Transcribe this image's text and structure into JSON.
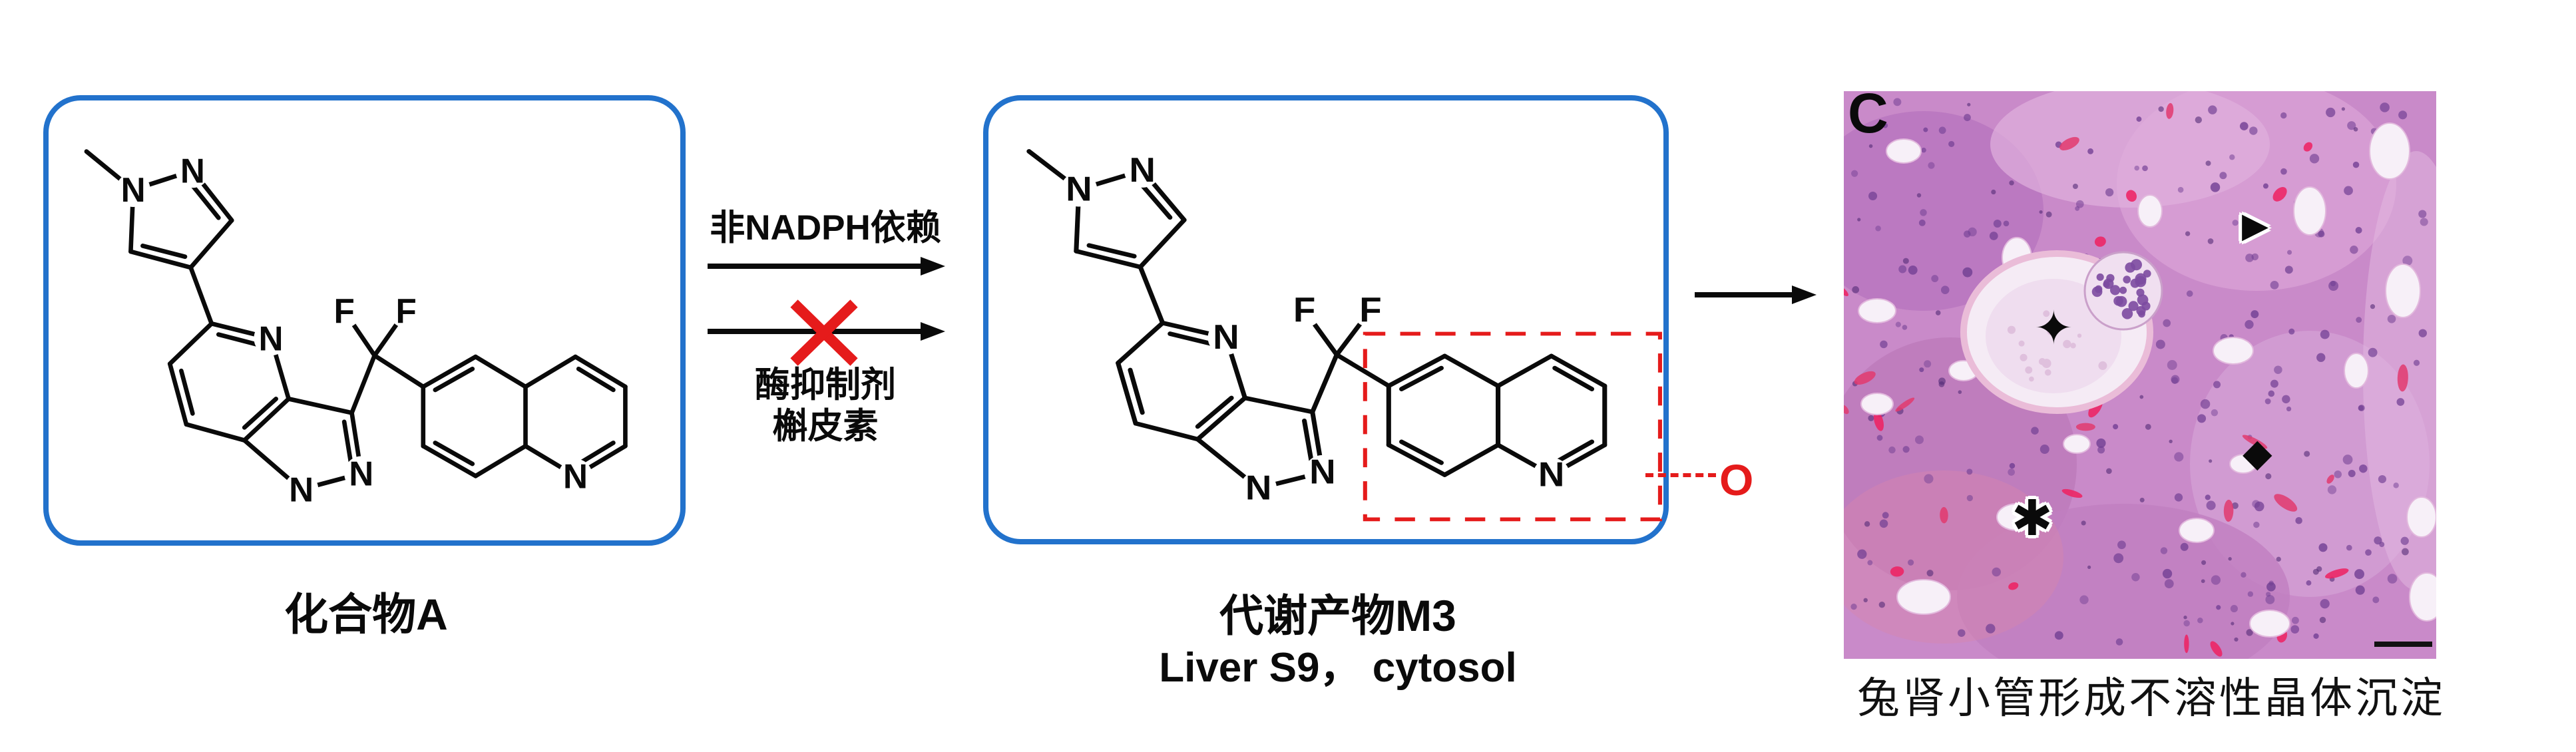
{
  "figure": {
    "compound_a": {
      "label": "化合物A"
    },
    "reaction": {
      "condition_top": "非NADPH依赖",
      "inhibitor_line1": "酶抑制剂",
      "inhibitor_line2": "槲皮素"
    },
    "metabolite": {
      "label": "代谢产物M3",
      "sublabel": "Liver S9， cytosol",
      "oxygen_label": "O"
    },
    "histology": {
      "panel_letter": "C",
      "caption": "兔肾小管形成不溶性晶体沉淀",
      "markers": {
        "arrowhead": "▶",
        "four_point_star": "✦",
        "diamond": "◆",
        "asterisk": "✱"
      }
    },
    "atoms": {
      "nitrogen": "N",
      "fluorine": "F"
    },
    "colors": {
      "box_border": "#2272cc",
      "highlight_red": "#e51b1b",
      "structure_black": "#0a0a0a",
      "tissue_base": "#c98ac9"
    }
  }
}
